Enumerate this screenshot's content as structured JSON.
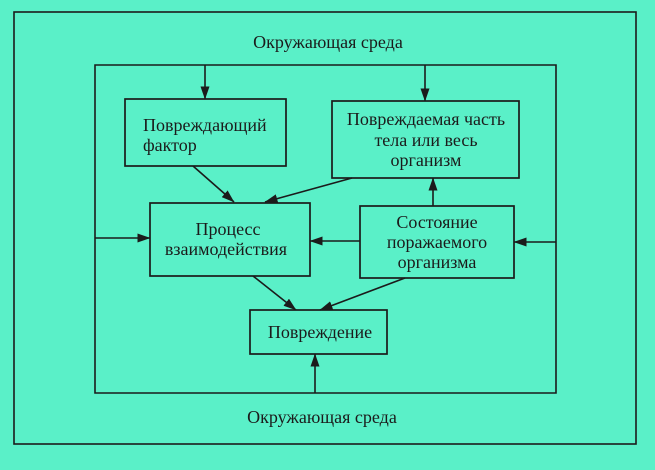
{
  "environment": {
    "top_label": "Окружающая среда",
    "bottom_label": "Окружающая среда"
  },
  "nodes": {
    "damaging_factor": {
      "lines": [
        "Повреждающий",
        "фактор"
      ]
    },
    "damaged_part": {
      "lines": [
        "Повреждаемая часть",
        "тела или весь",
        "организм"
      ]
    },
    "interaction_process": {
      "lines": [
        "Процесс",
        "взаимодействия"
      ]
    },
    "organism_state": {
      "lines": [
        "Состояние",
        "поражаемого",
        "организма"
      ]
    },
    "damage": {
      "lines": [
        "Повреждение"
      ]
    }
  },
  "colors": {
    "background": "#5af0c8",
    "ink": "#1b1b1b"
  }
}
